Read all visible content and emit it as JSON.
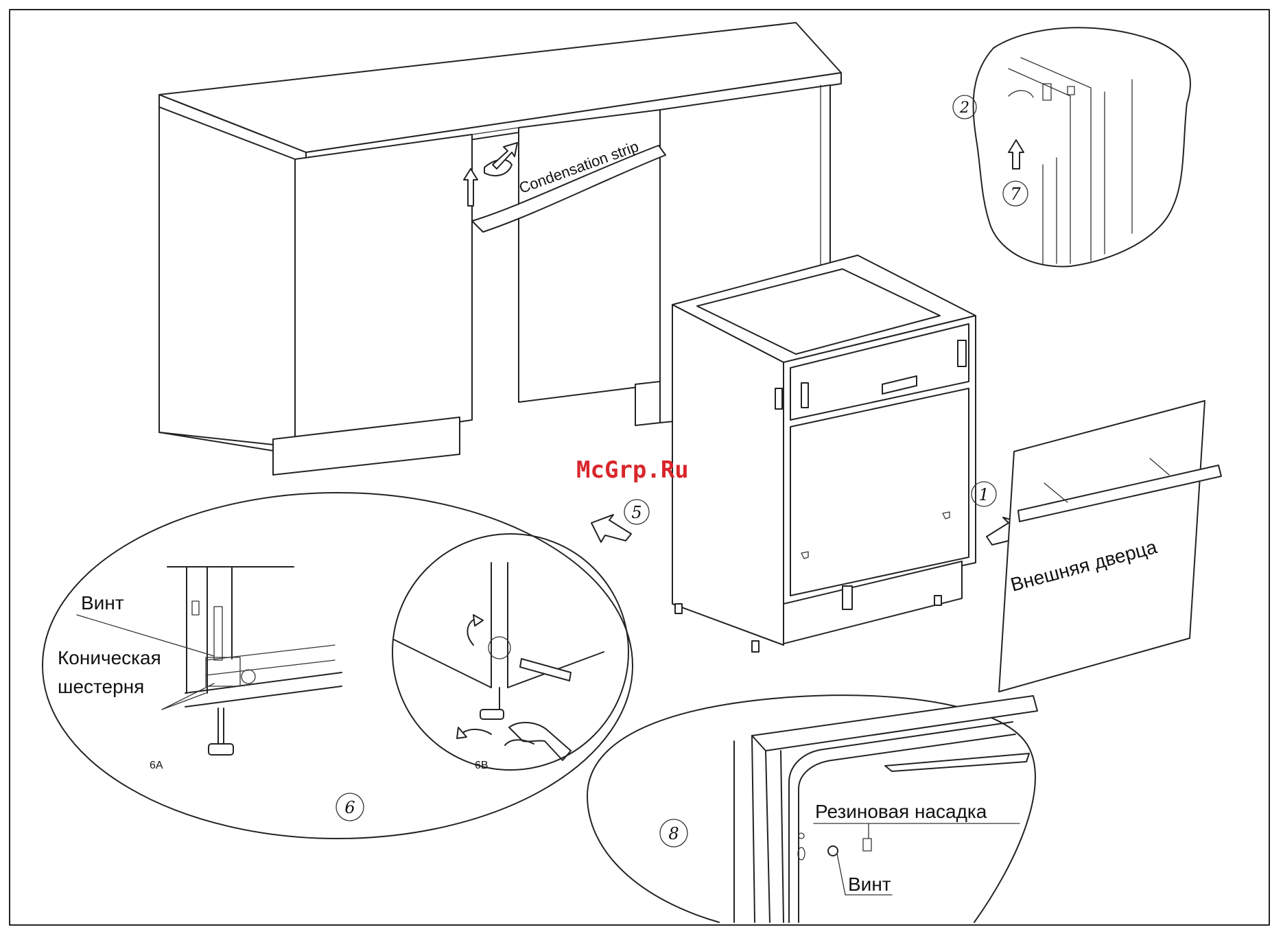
{
  "labels": {
    "condensation_strip": "Condensation strip",
    "outer_door": "Внешняя дверца",
    "screw_6": "Винт",
    "bevel_gear_line1": "Коническая",
    "bevel_gear_line2": "шестерня",
    "screw_8": "Винт",
    "rubber_cap": "Резиновая насадка",
    "sub_6a": "6A",
    "sub_6b": "6B"
  },
  "steps": {
    "s1": "1",
    "s2": "2",
    "s5": "5",
    "s6": "6",
    "s7": "7",
    "s8": "8"
  },
  "watermark": "McGrp.Ru",
  "colors": {
    "line": "#222222",
    "watermark": "#d9262b",
    "background": "#ffffff"
  }
}
